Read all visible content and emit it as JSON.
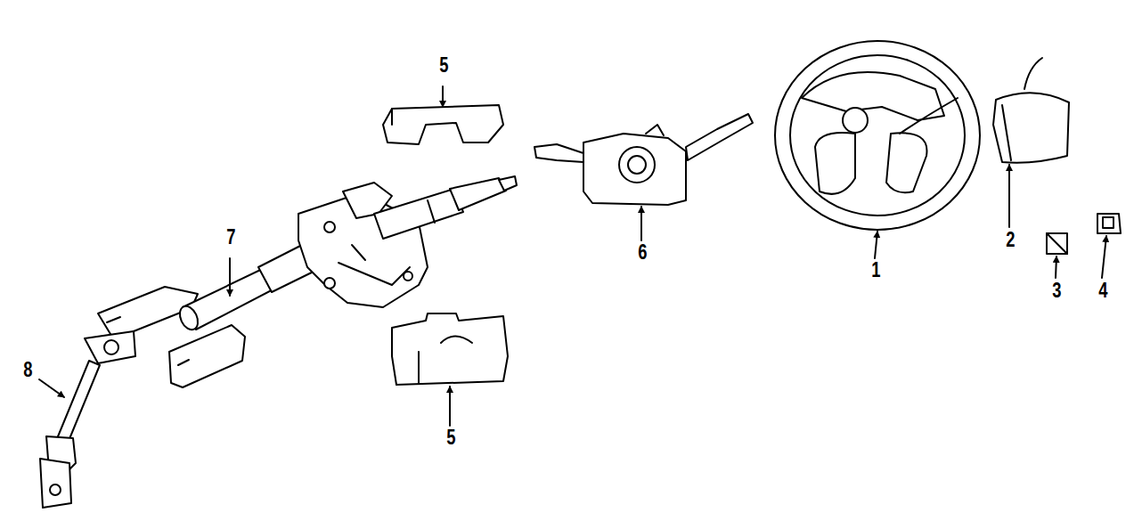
{
  "diagram": {
    "labels": [
      "5",
      "7",
      "6",
      "1",
      "2",
      "3",
      "4",
      "8",
      "5"
    ]
  }
}
